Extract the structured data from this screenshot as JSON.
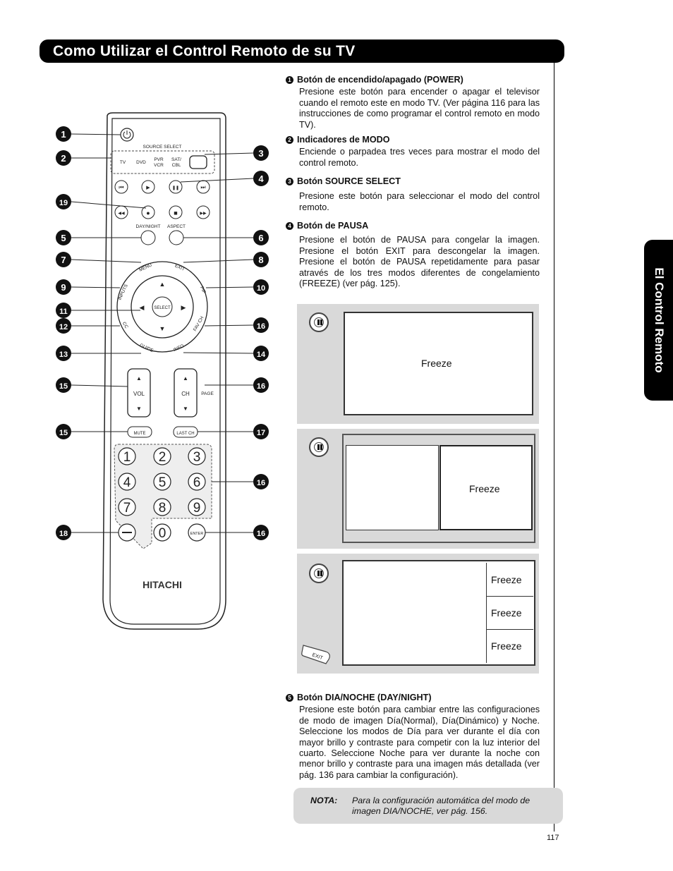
{
  "header": {
    "title": "Como Utilizar el Control Remoto de su TV"
  },
  "side_tab": {
    "label": "El Control Remoto"
  },
  "remote": {
    "source_select_label": "SOURCE SELECT",
    "modes": [
      "TV",
      "DVD",
      "PVR",
      "VCR",
      "SAT/",
      "CBL"
    ],
    "day_night": "DAY/NIGHT",
    "aspect": "ASPECT",
    "menu": "MENU",
    "exit": "EXIT",
    "inputs": "INPUTS",
    "pip": "PIP",
    "select": "SELECT",
    "cc": "CC",
    "fav_ch": "FAV CH",
    "guide": "GUIDE",
    "info": "INFO",
    "vol": "VOL",
    "ch": "CH",
    "page": "PAGE",
    "mute": "MUTE",
    "last_ch": "LAST CH",
    "digits": [
      "1",
      "2",
      "3",
      "4",
      "5",
      "6",
      "7",
      "8",
      "9",
      "0"
    ],
    "enter": "ENTER",
    "brand": "HITACHI",
    "callouts": [
      "1",
      "2",
      "3",
      "4",
      "19",
      "5",
      "6",
      "7",
      "8",
      "9",
      "10",
      "11",
      "16",
      "12",
      "13",
      "14",
      "15",
      "16",
      "15",
      "17",
      "16",
      "18",
      "16"
    ]
  },
  "sections": {
    "s1": {
      "num": "1",
      "title": "Botón de encendido/apagado (POWER)",
      "text": "Presione este botón para encender o apagar el televisor cuando el remoto este en modo TV.  (Ver página 116 para las instrucciones de como programar el control remoto en modo TV)."
    },
    "s2": {
      "num": "2",
      "title": "Indicadores de MODO",
      "text": "Enciende o parpadea tres veces para mostrar el modo del control remoto."
    },
    "s3": {
      "num": "3",
      "title": "Botón SOURCE SELECT",
      "text": "Presione este botón para seleccionar el modo del control remoto."
    },
    "s4": {
      "num": "4",
      "title": "Botón de PAUSA",
      "text": "Presione el botón de PAUSA para congelar la imagen. Presione el botón EXIT para descongelar la imagen. Presione el botón de PAUSA repetidamente para pasar através de los tres modos diferentes de congelamiento (FREEZE) (ver pág. 125)."
    },
    "s5": {
      "num": "5",
      "title": "Botón DIA/NOCHE (DAY/NIGHT)",
      "text": "Presione este botón para cambiar entre las configuraciones de modo de imagen Día(Normal), Día(Dinámico) y Noche.  Seleccione los modos de Día para ver durante el día con mayor brillo y contraste para competir con la luz interior del cuarto. Seleccione Noche para ver durante la noche con menor brillo y contraste para una imagen más detallada (ver pág. 136 para cambiar la configuración)."
    }
  },
  "freeze_panels": {
    "label": "Freeze",
    "exit_label": "EXIT"
  },
  "note": {
    "label": "NOTA:",
    "text": "Para la configuración automática del modo de imagen DIA/NOCHE, ver pág. 156."
  },
  "page_number": "117"
}
